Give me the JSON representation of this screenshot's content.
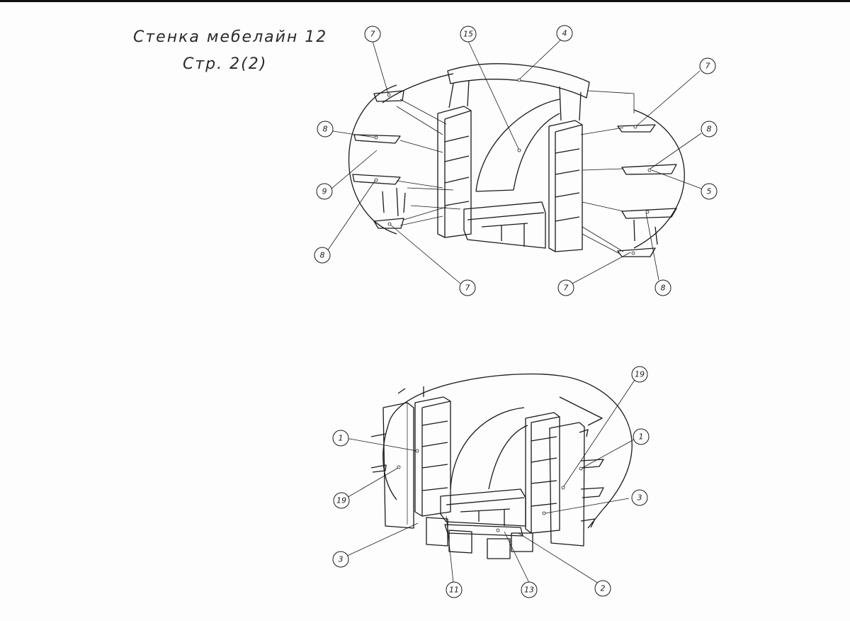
{
  "title": {
    "line1": "Стенка мебелайн 12",
    "line2": "Стр. 2(2)"
  },
  "top_view": {
    "callouts": [
      "7",
      "15",
      "4",
      "7",
      "8",
      "8",
      "9",
      "5",
      "8",
      "7",
      "7",
      "8"
    ]
  },
  "bottom_view": {
    "callouts": [
      "19",
      "1",
      "1",
      "19",
      "3",
      "3",
      "11",
      "13",
      "2"
    ]
  }
}
